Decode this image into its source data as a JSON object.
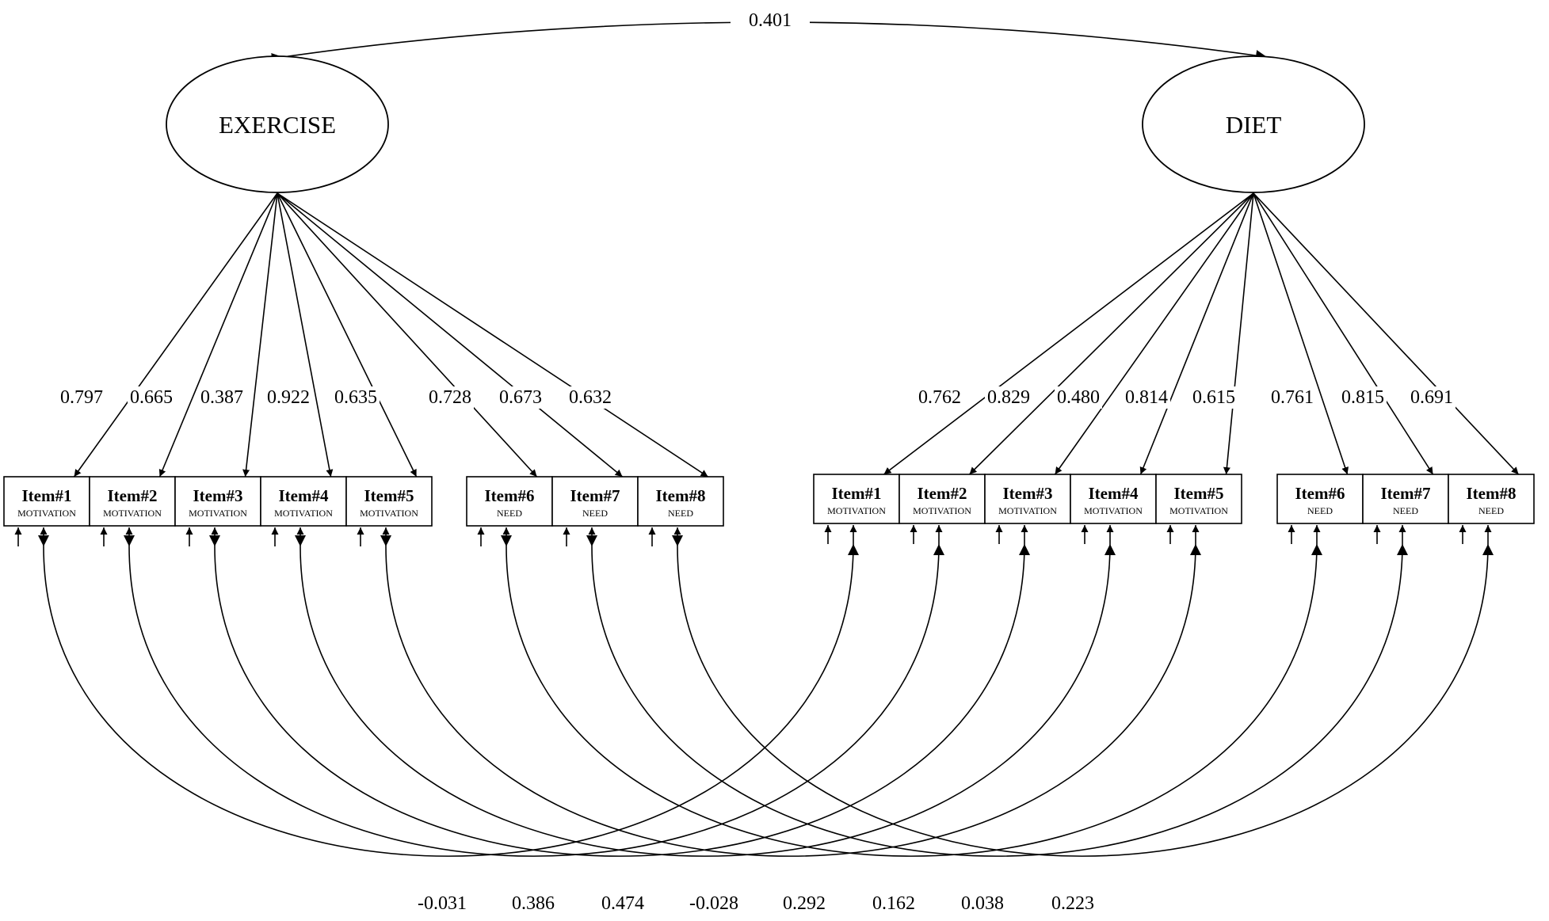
{
  "latent_correlation": "0.401",
  "factors": [
    {
      "key": "exercise",
      "name": "EXERCISE",
      "items": [
        {
          "label": "Item#1",
          "sub": "MOTIVATION",
          "loading": "0.797"
        },
        {
          "label": "Item#2",
          "sub": "MOTIVATION",
          "loading": "0.665"
        },
        {
          "label": "Item#3",
          "sub": "MOTIVATION",
          "loading": "0.387"
        },
        {
          "label": "Item#4",
          "sub": "MOTIVATION",
          "loading": "0.922"
        },
        {
          "label": "Item#5",
          "sub": "MOTIVATION",
          "loading": "0.635"
        },
        {
          "label": "Item#6",
          "sub": "NEED",
          "loading": "0.728"
        },
        {
          "label": "Item#7",
          "sub": "NEED",
          "loading": "0.673"
        },
        {
          "label": "Item#8",
          "sub": "NEED",
          "loading": "0.632"
        }
      ]
    },
    {
      "key": "diet",
      "name": "DIET",
      "items": [
        {
          "label": "Item#1",
          "sub": "MOTIVATION",
          "loading": "0.762"
        },
        {
          "label": "Item#2",
          "sub": "MOTIVATION",
          "loading": "0.829"
        },
        {
          "label": "Item#3",
          "sub": "MOTIVATION",
          "loading": "0.480"
        },
        {
          "label": "Item#4",
          "sub": "MOTIVATION",
          "loading": "0.814"
        },
        {
          "label": "Item#5",
          "sub": "MOTIVATION",
          "loading": "0.615"
        },
        {
          "label": "Item#6",
          "sub": "NEED",
          "loading": "0.761"
        },
        {
          "label": "Item#7",
          "sub": "NEED",
          "loading": "0.815"
        },
        {
          "label": "Item#8",
          "sub": "NEED",
          "loading": "0.691"
        }
      ]
    }
  ],
  "error_covariances": [
    "-0.031",
    "0.386",
    "0.474",
    "-0.028",
    "0.292",
    "0.162",
    "0.038",
    "0.223"
  ]
}
